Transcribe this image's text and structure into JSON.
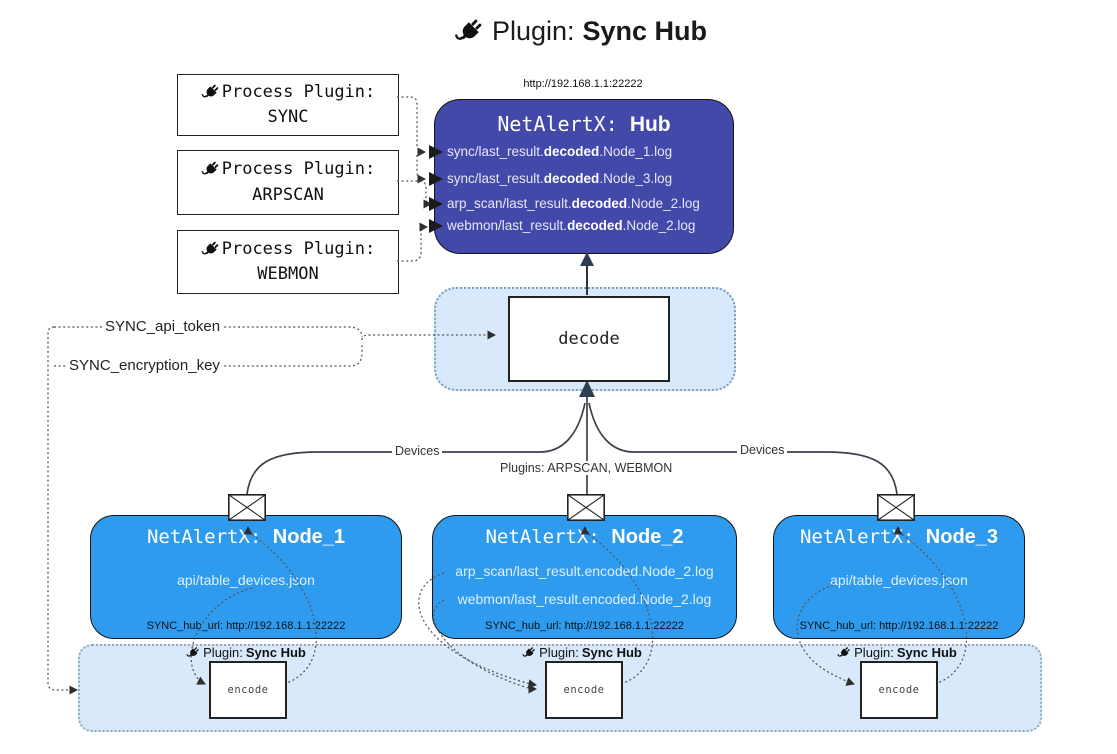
{
  "title": {
    "label": "Plugin:",
    "name": "Sync Hub"
  },
  "hub": {
    "url": "http://192.168.1.1:22222",
    "title_prefix": "NetAlertX:",
    "title_name": "Hub",
    "logs": [
      {
        "pre": "sync/last_result.",
        "bold": "decoded",
        "post": ".Node_1.log"
      },
      {
        "pre": "sync/last_result.",
        "bold": "decoded",
        "post": ".Node_3.log"
      },
      {
        "pre": "arp_scan/last_result.",
        "bold": "decoded",
        "post": ".Node_2.log"
      },
      {
        "pre": "webmon/last_result.",
        "bold": "decoded",
        "post": ".Node_2.log"
      }
    ]
  },
  "process_plugins": [
    {
      "label": "Process Plugin:",
      "name": "SYNC"
    },
    {
      "label": "Process Plugin:",
      "name": "ARPSCAN"
    },
    {
      "label": "Process Plugin:",
      "name": "WEBMON"
    }
  ],
  "decode_box": {
    "label": "decode"
  },
  "config_labels": {
    "api_token": "SYNC_api_token",
    "encryption_key": "SYNC_encryption_key"
  },
  "edge_labels": {
    "devices_left": "Devices",
    "plugins_center": "Plugins: ARPSCAN, WEBMON",
    "devices_right": "Devices"
  },
  "nodes": [
    {
      "title_prefix": "NetAlertX:",
      "title_name": "Node_1",
      "files": [
        "api/table_devices.json"
      ],
      "hub_url": "SYNC_hub_url: http://192.168.1.1:22222"
    },
    {
      "title_prefix": "NetAlertX:",
      "title_name": "Node_2",
      "files": [
        "arp_scan/last_result.encoded.Node_2.log",
        "webmon/last_result.encoded.Node_2.log"
      ],
      "hub_url": "SYNC_hub_url: http://192.168.1.1:22222"
    },
    {
      "title_prefix": "NetAlertX:",
      "title_name": "Node_3",
      "files": [
        "api/table_devices.json"
      ],
      "hub_url": "SYNC_hub_url: http://192.168.1.1:22222"
    }
  ],
  "encode_band": {
    "plugin_label": "Plugin:",
    "plugin_name": "Sync Hub",
    "encode_label": "encode"
  },
  "icons": {
    "plug": "plug-icon",
    "envelope": "envelope-icon"
  },
  "colors": {
    "hub_fill": "#4349A9",
    "node_fill": "#2F9BEF",
    "panel_fill": "#D7E9FA",
    "wire": "#555555",
    "arrow_head": "#2C3E50",
    "border": "#141414"
  }
}
